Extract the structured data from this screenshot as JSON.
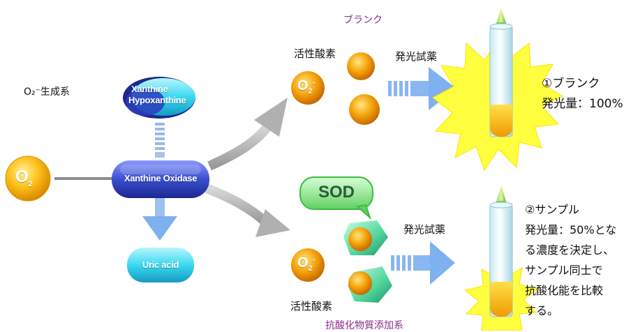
{
  "labels": {
    "o2_system": "O₂⁻生成系",
    "blank_title": "ブランク",
    "active_oxygen_top": "活性酸素",
    "luminescent_top": "発光試薬",
    "luminescent_bottom": "発光試薬",
    "active_oxygen_bottom": "活性酸素",
    "antioxidant_system": "抗酸化物質添加系",
    "sod": "SOD"
  },
  "molecules": {
    "o2_main": "O",
    "o2_main_sub": "2",
    "superoxide": "O",
    "superoxide_sub": "2",
    "superoxide_sup": "-"
  },
  "pills": {
    "xanthine": "Xanthine",
    "hypoxanthine": "Hypoxanthine",
    "xanthine_oxidase": "Xanthine Oxidase",
    "uric_acid": "Uric acid"
  },
  "result_blank": {
    "line1": "①ブランク",
    "line2": "発光量：100%"
  },
  "result_sample": {
    "lines": [
      "②サンプル",
      "発光量：50%とな",
      "る濃度を決定し、",
      "サンプル同士で",
      "抗酸化能を比較",
      "する。"
    ]
  },
  "colors": {
    "orange_orb": "#f5a20a",
    "blue_pill": "#3a4fd0",
    "cyan_pill": "#3ad8f0",
    "green_bubble": "#8fe88f",
    "starburst": "#ffff40",
    "arrow_blue": "#7fb0f0",
    "arrow_gray": "#b8b8b8"
  }
}
